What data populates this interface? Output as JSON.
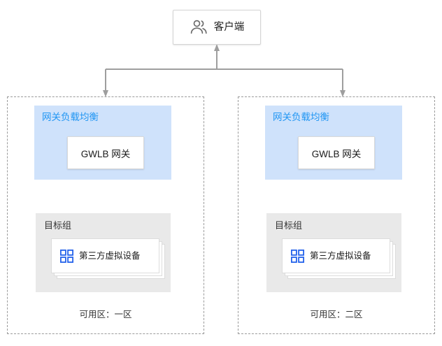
{
  "diagram": {
    "client": {
      "label": "客户端",
      "icon": "users-icon"
    },
    "connector": {
      "color": "#9e9e9e"
    },
    "zones": [
      {
        "id": "zone-a",
        "az_label": "可用区：一区",
        "gwlb": {
          "title": "网关负载均衡",
          "node_label": "GWLB 网关",
          "bg_color": "#cfe2fb",
          "title_color": "#2196f3"
        },
        "target_group": {
          "title": "目标组",
          "appliance_label": "第三方虚拟设备",
          "appliance_icon": "grid-four-squares-icon",
          "bg_color": "#e9e9e9",
          "icon_color": "#2563eb",
          "stack_count": 3
        }
      },
      {
        "id": "zone-b",
        "az_label": "可用区：二区",
        "gwlb": {
          "title": "网关负载均衡",
          "node_label": "GWLB 网关",
          "bg_color": "#cfe2fb",
          "title_color": "#2196f3"
        },
        "target_group": {
          "title": "目标组",
          "appliance_label": "第三方虚拟设备",
          "appliance_icon": "grid-four-squares-icon",
          "bg_color": "#e9e9e9",
          "icon_color": "#2563eb",
          "stack_count": 3
        }
      }
    ]
  }
}
